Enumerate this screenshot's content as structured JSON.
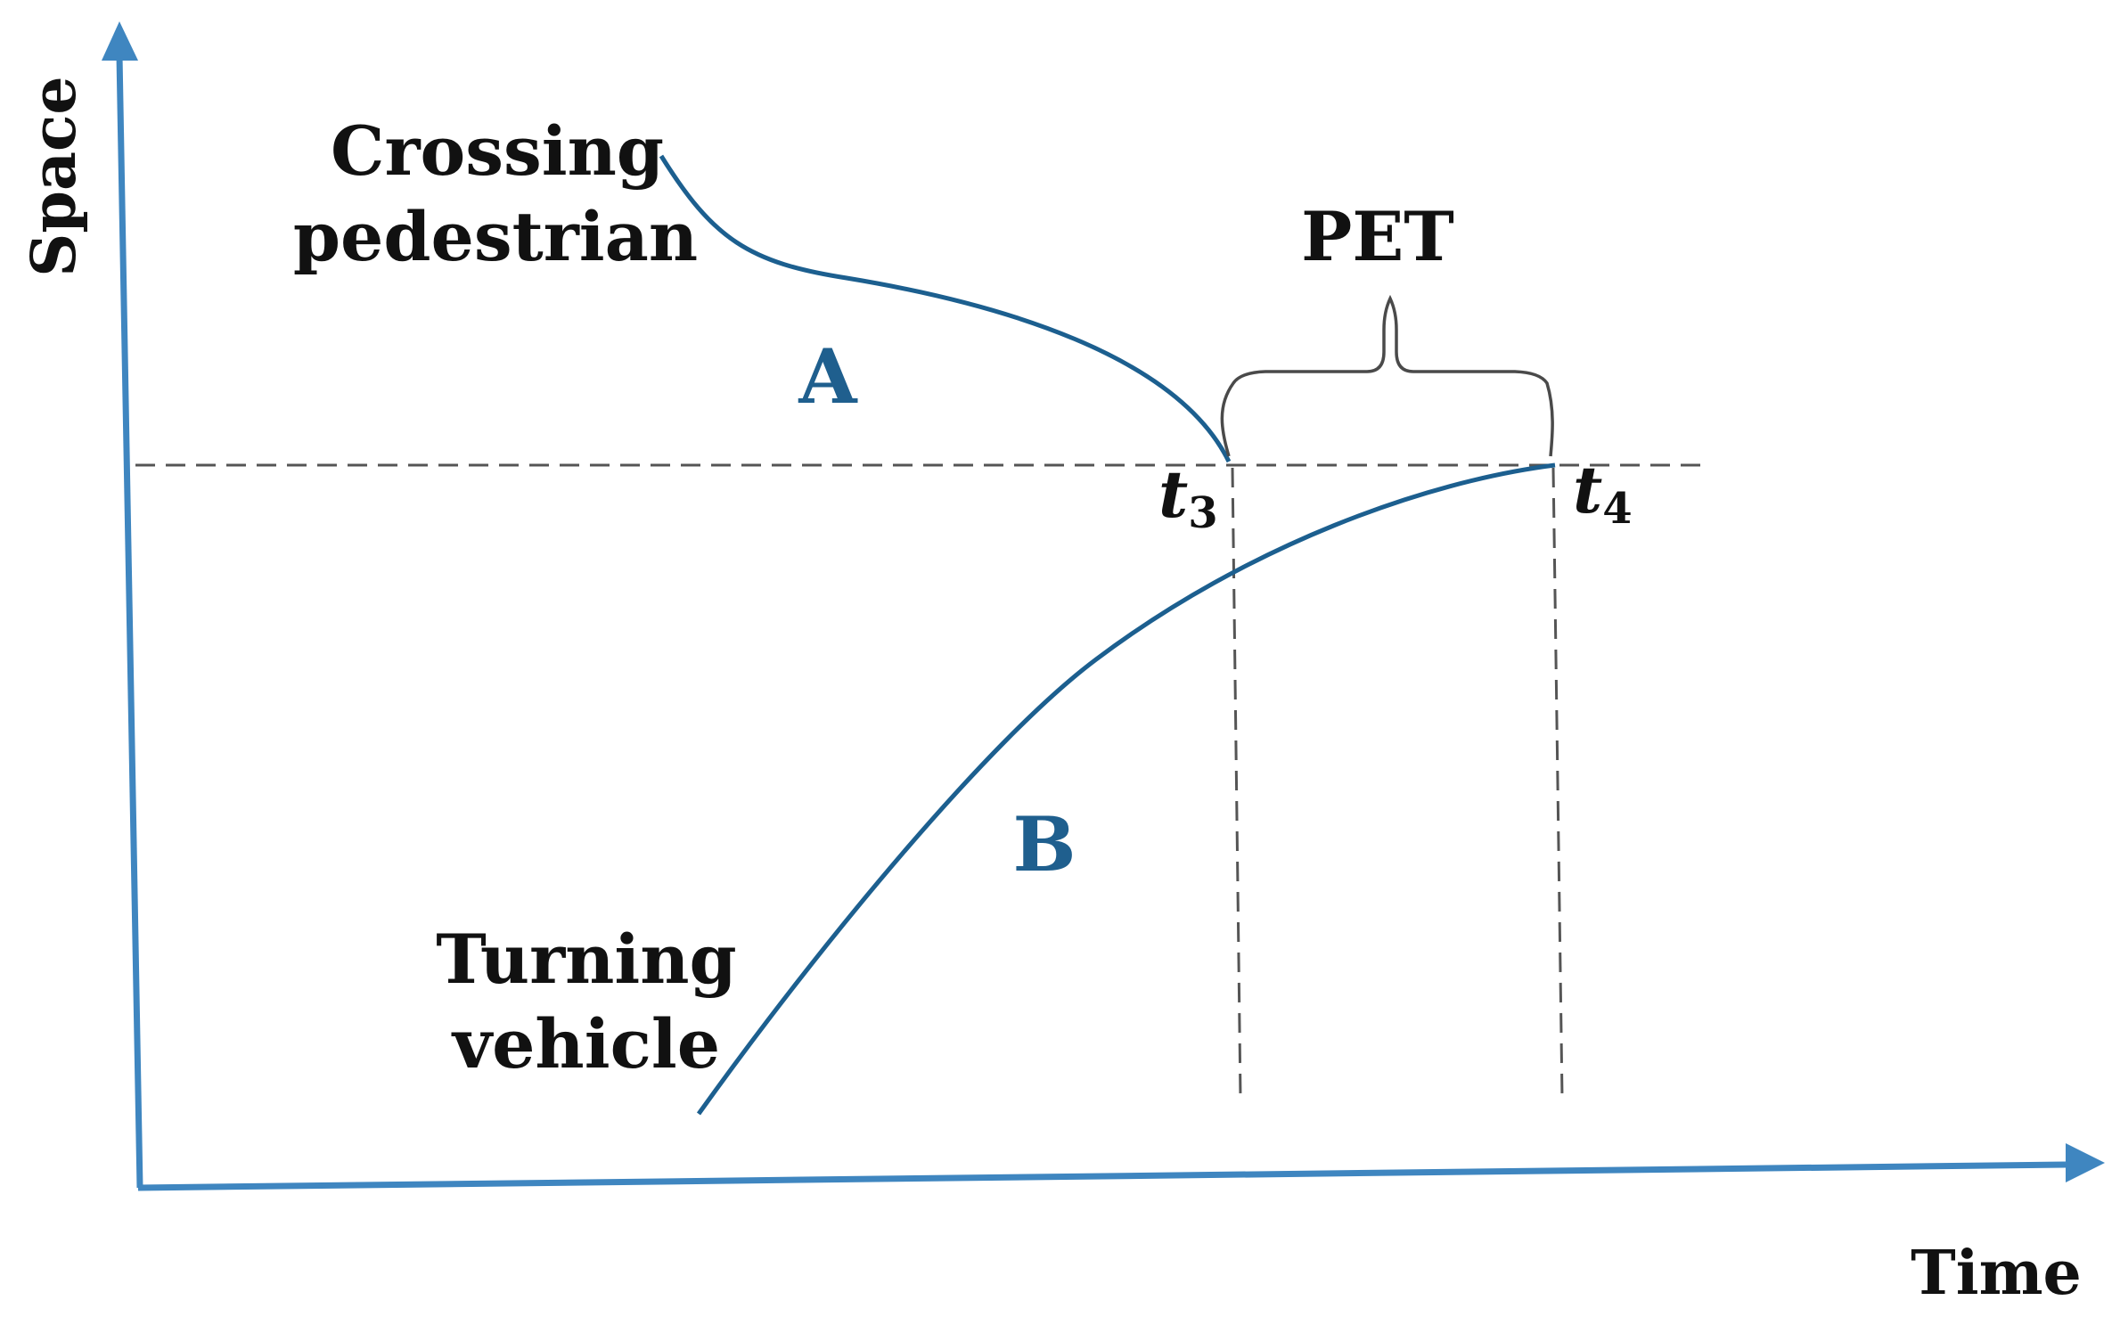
{
  "colors": {
    "axis": "#3f86c0",
    "curve": "#1c5f8f",
    "curve_label": "#1f5f8e",
    "text": "#111111",
    "dashed": "#555555",
    "brace": "#4a4a4a"
  },
  "axes": {
    "y_label": "Space",
    "x_label": "Time"
  },
  "curves": {
    "pedestrian": {
      "id_label": "A",
      "name_line1": "Crossing",
      "name_line2": "pedestrian"
    },
    "vehicle": {
      "id_label": "B",
      "name_line1": "Turning",
      "name_line2": "vehicle"
    }
  },
  "time_markers": {
    "t3": {
      "symbol": "t",
      "subscript": "3"
    },
    "t4": {
      "symbol": "t",
      "subscript": "4"
    }
  },
  "interval": {
    "label": "PET"
  }
}
